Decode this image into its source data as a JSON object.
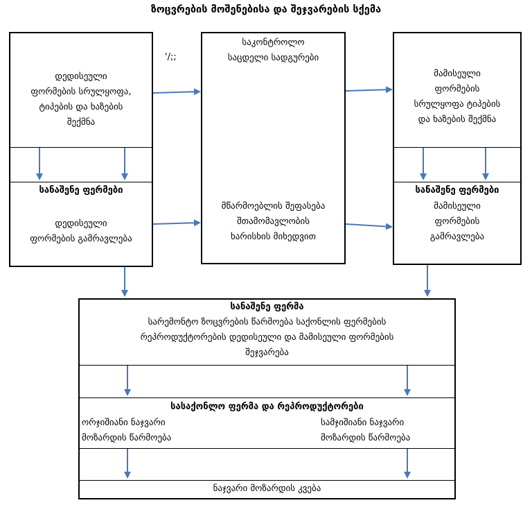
{
  "title": "ზოცვრების მოშენებისა და შეჯვარების სქემა",
  "stray_mark": "'/;;",
  "left_top": {
    "text": "დედისეული\nფორმების სრულყოფა,\nტიპების და ხაზების\nშექმნა"
  },
  "left_bottom": {
    "heading": "სანაშენე ფერმები",
    "text": "დედისეული\nფორმების გამრავლება"
  },
  "center": {
    "top_text": "საკონტროლო\nსაცდელი სადგურები",
    "bottom_text": "მწარმოებლის შეფასება\nშთამომავლობის\nხარისხის მიხედვით"
  },
  "right_top": {
    "text": "მამისეული\nფორმების\nსრულყოფა ტიპების\nდა ხაზების შექმნა"
  },
  "right_bottom": {
    "heading": "სანაშენე ფერმები",
    "text": "მამისეული\nფორმების\nგამრავლება"
  },
  "breeding_farm": {
    "heading": "სანაშენე ფერმა",
    "text": "სარემონტო ზოცვრების წარმოება საქონლის ფერმების\nრეპროდუქტორების  დედისეული და მამისეული ფორმების\nშეჯვარება"
  },
  "commercial": {
    "heading": "სასაქონლო  ფერმა და რეპროდუქტორები",
    "left_text": "ორჯიშიანი ნაჯვარი\nმოზარდის წარმოება",
    "right_text": "სამჯიშიანი ნაჯვარი\nმოზარდის წარმოება"
  },
  "footer": {
    "text": "ნაჯვარი  მოზარდის  კვება"
  },
  "colors": {
    "arrow": "#4a78b5",
    "border": "#000000"
  }
}
